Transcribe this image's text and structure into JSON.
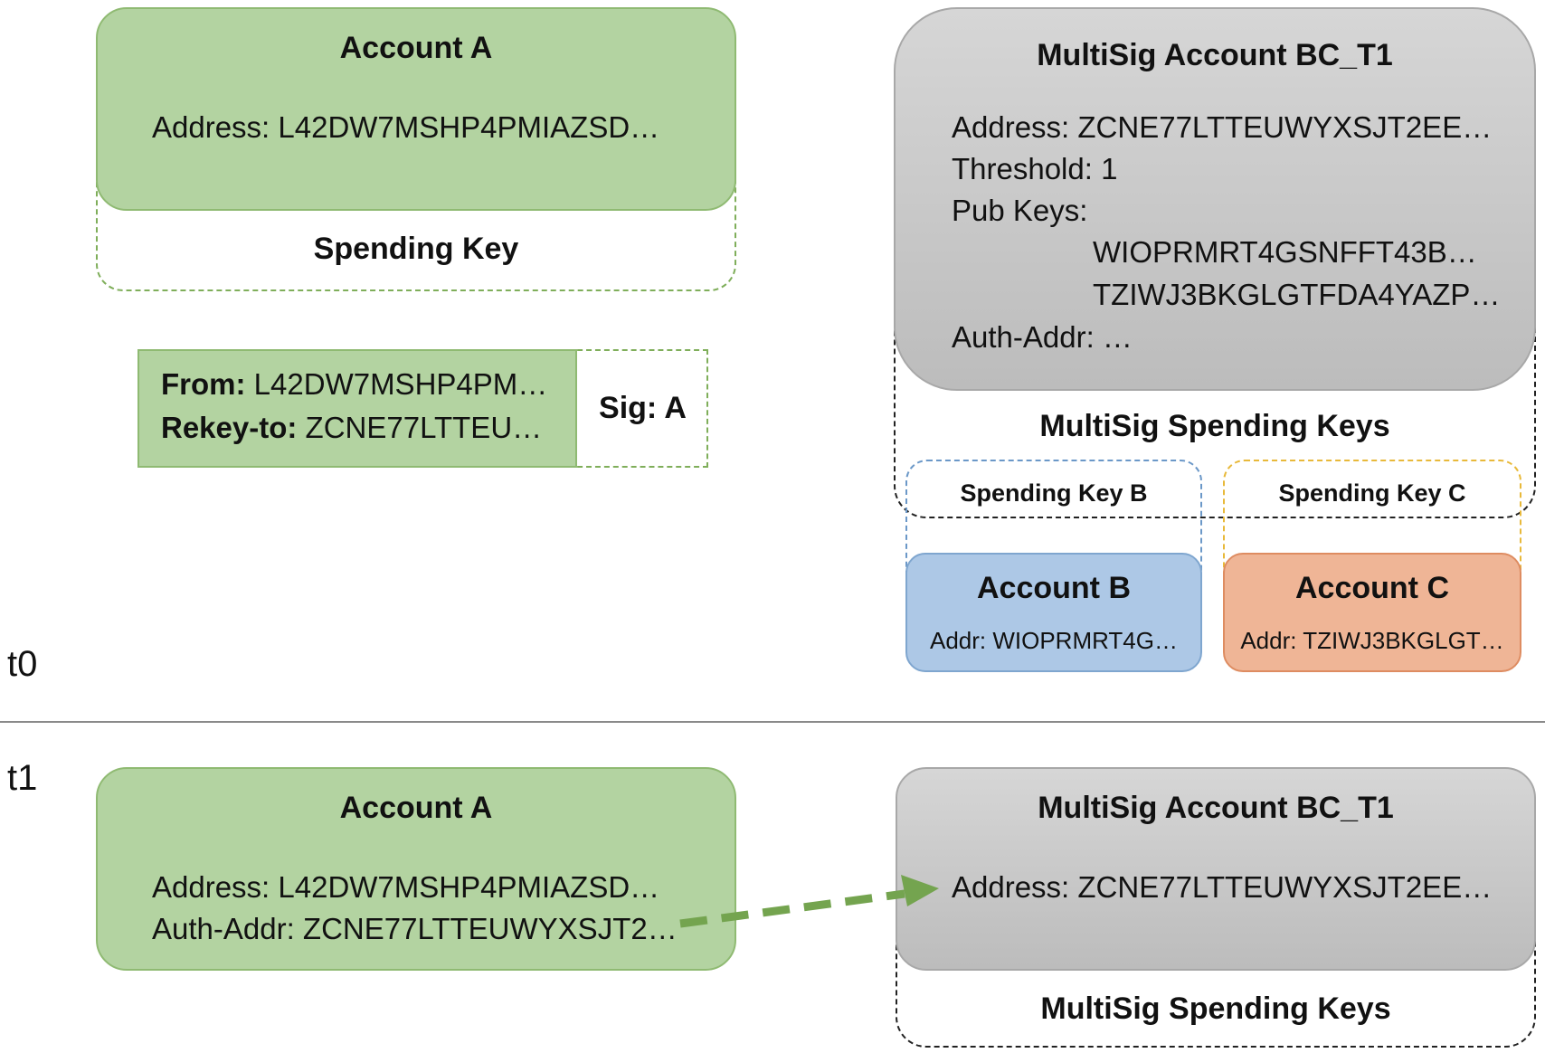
{
  "t0": {
    "label": "t0",
    "account_a": {
      "title": "Account A",
      "address": "Address: L42DW7MSHP4PMIAZSD…",
      "key_label": "Spending Key"
    },
    "transaction": {
      "from_label": "From:",
      "from_value": "L42DW7MSHP4PM…",
      "rekey_label": "Rekey-to:",
      "rekey_value": "ZCNE77LTTEU…",
      "sig": "Sig: A"
    },
    "multisig": {
      "title": "MultiSig Account BC_T1",
      "address": "Address: ZCNE77LTTEUWYXSJT2EE…",
      "threshold": "Threshold: 1",
      "pubkeys_label": "Pub Keys:",
      "pubkey_1": "WIOPRMRT4GSNFFT43B…",
      "pubkey_2": "TZIWJ3BKGLGTFDA4YAZP…",
      "auth_addr": "Auth-Addr: …",
      "keys_label": "MultiSig Spending Keys",
      "key_b_label": "Spending Key B",
      "key_c_label": "Spending Key C"
    },
    "account_b": {
      "title": "Account B",
      "addr": "Addr: WIOPRMRT4G…"
    },
    "account_c": {
      "title": "Account C",
      "addr": "Addr: TZIWJ3BKGLGT…"
    }
  },
  "t1": {
    "label": "t1",
    "account_a": {
      "title": "Account A",
      "address": "Address: L42DW7MSHP4PMIAZSD…",
      "auth_addr": "Auth-Addr: ZCNE77LTTEUWYXSJT2…"
    },
    "multisig": {
      "title": "MultiSig Account BC_T1",
      "address": "Address: ZCNE77LTTEUWYXSJT2EE…",
      "keys_label": "MultiSig Spending Keys"
    }
  },
  "colors": {
    "green_fill": "#b3d3a1",
    "gray_fill": "#c9c9c9",
    "blue_fill": "#adc8e6",
    "orange_fill": "#efb596",
    "arrow": "#74a44f"
  }
}
